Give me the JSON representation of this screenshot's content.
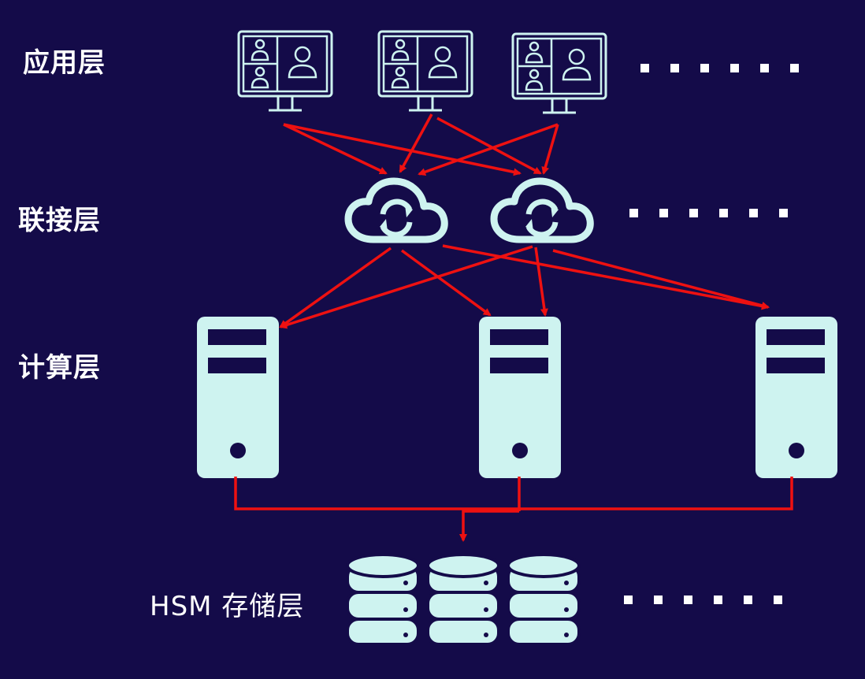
{
  "layers": {
    "application": "应用层",
    "connection": "联接层",
    "compute": "计算层",
    "storage": "HSM 存储层"
  },
  "icons": {
    "clients": [
      "video-conference-monitor-icon",
      "video-conference-monitor-icon",
      "video-conference-monitor-icon"
    ],
    "gateways": [
      "cloud-sync-icon",
      "cloud-sync-icon"
    ],
    "servers": [
      "server-tower-icon",
      "server-tower-icon",
      "server-tower-icon"
    ],
    "storage": [
      "database-stack-icon",
      "database-stack-icon",
      "database-stack-icon"
    ]
  },
  "colors": {
    "background": "#140b49",
    "icon": "#cef3f0",
    "connector": "#ee1111",
    "label": "#ffffff"
  }
}
